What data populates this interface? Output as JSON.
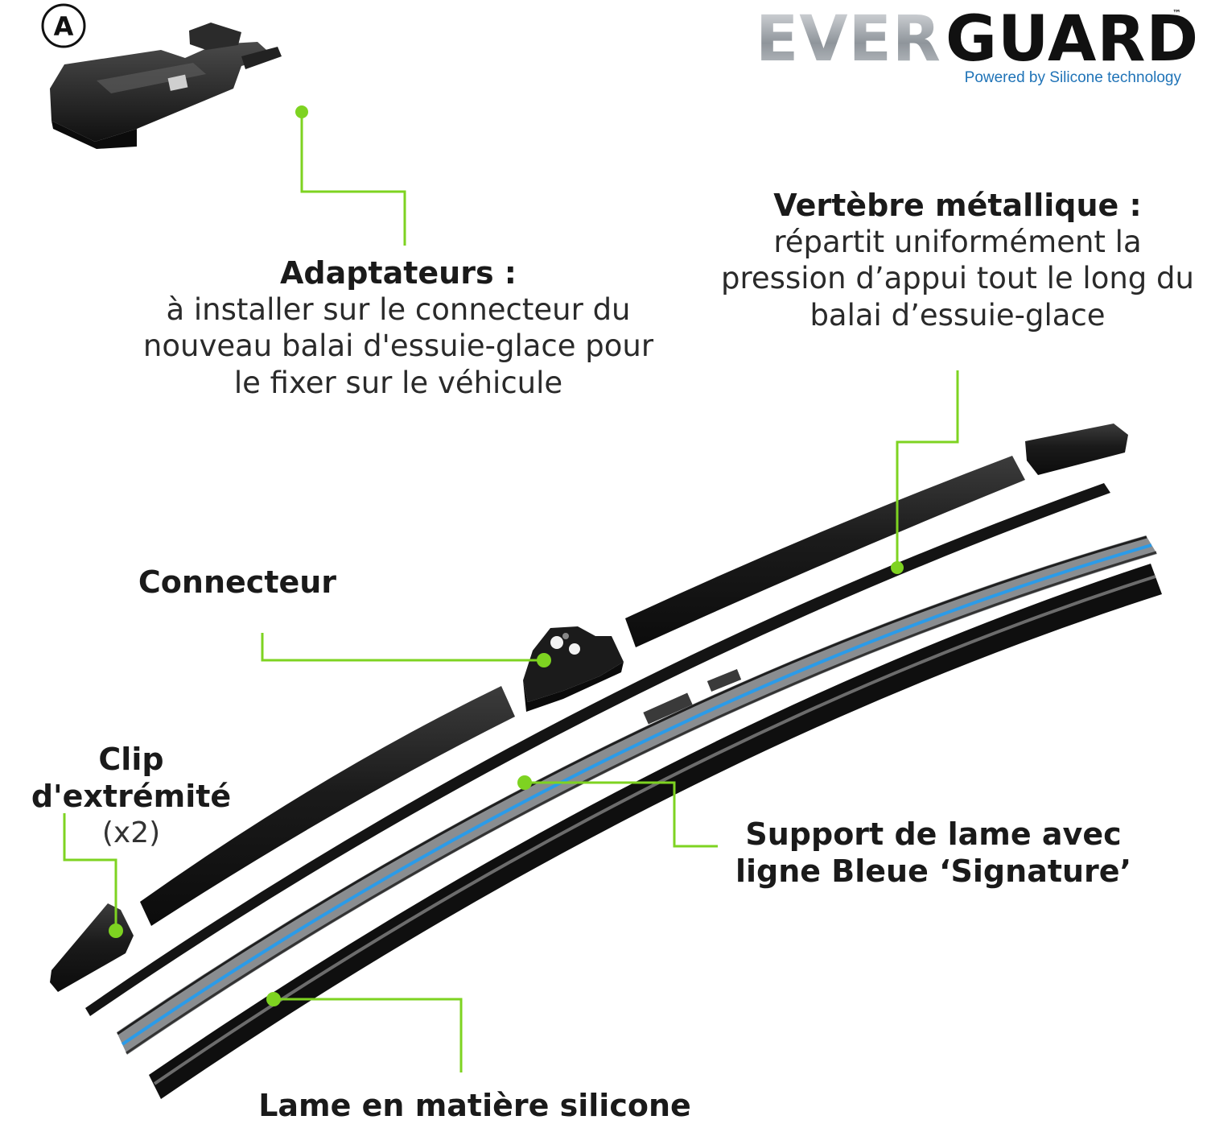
{
  "brand": {
    "logo_part1": "EVER",
    "logo_part2": "GUARD",
    "trademark": "™",
    "tagline": "Powered by Silicone technology"
  },
  "badge": "A",
  "labels": {
    "adaptateurs": {
      "title": "Adaptateurs :",
      "lines": [
        "à installer sur le connecteur du",
        "nouveau balai d'essuie-glace pour",
        "le fixer sur le véhicule"
      ]
    },
    "vertebre": {
      "title": "Vertèbre métallique :",
      "lines": [
        "répartit uniformément la",
        "pression d’appui tout le long du",
        "balai d’essuie-glace"
      ]
    },
    "connecteur": {
      "title": "Connecteur"
    },
    "clip": {
      "title": "Clip d'extrémité",
      "note": "(x2)"
    },
    "support": {
      "title_lines": [
        "Support de lame avec",
        "ligne Bleue ‘Signature’"
      ]
    },
    "lame": {
      "title": "Lame en matière silicone"
    }
  },
  "colors": {
    "callout": "#7ed321",
    "signature_line": "#2b9be8",
    "part_dark": "#161616",
    "part_mid": "#3a3a3a",
    "rail_gray": "#8a8d90",
    "brand_blue": "#1f73b7"
  }
}
